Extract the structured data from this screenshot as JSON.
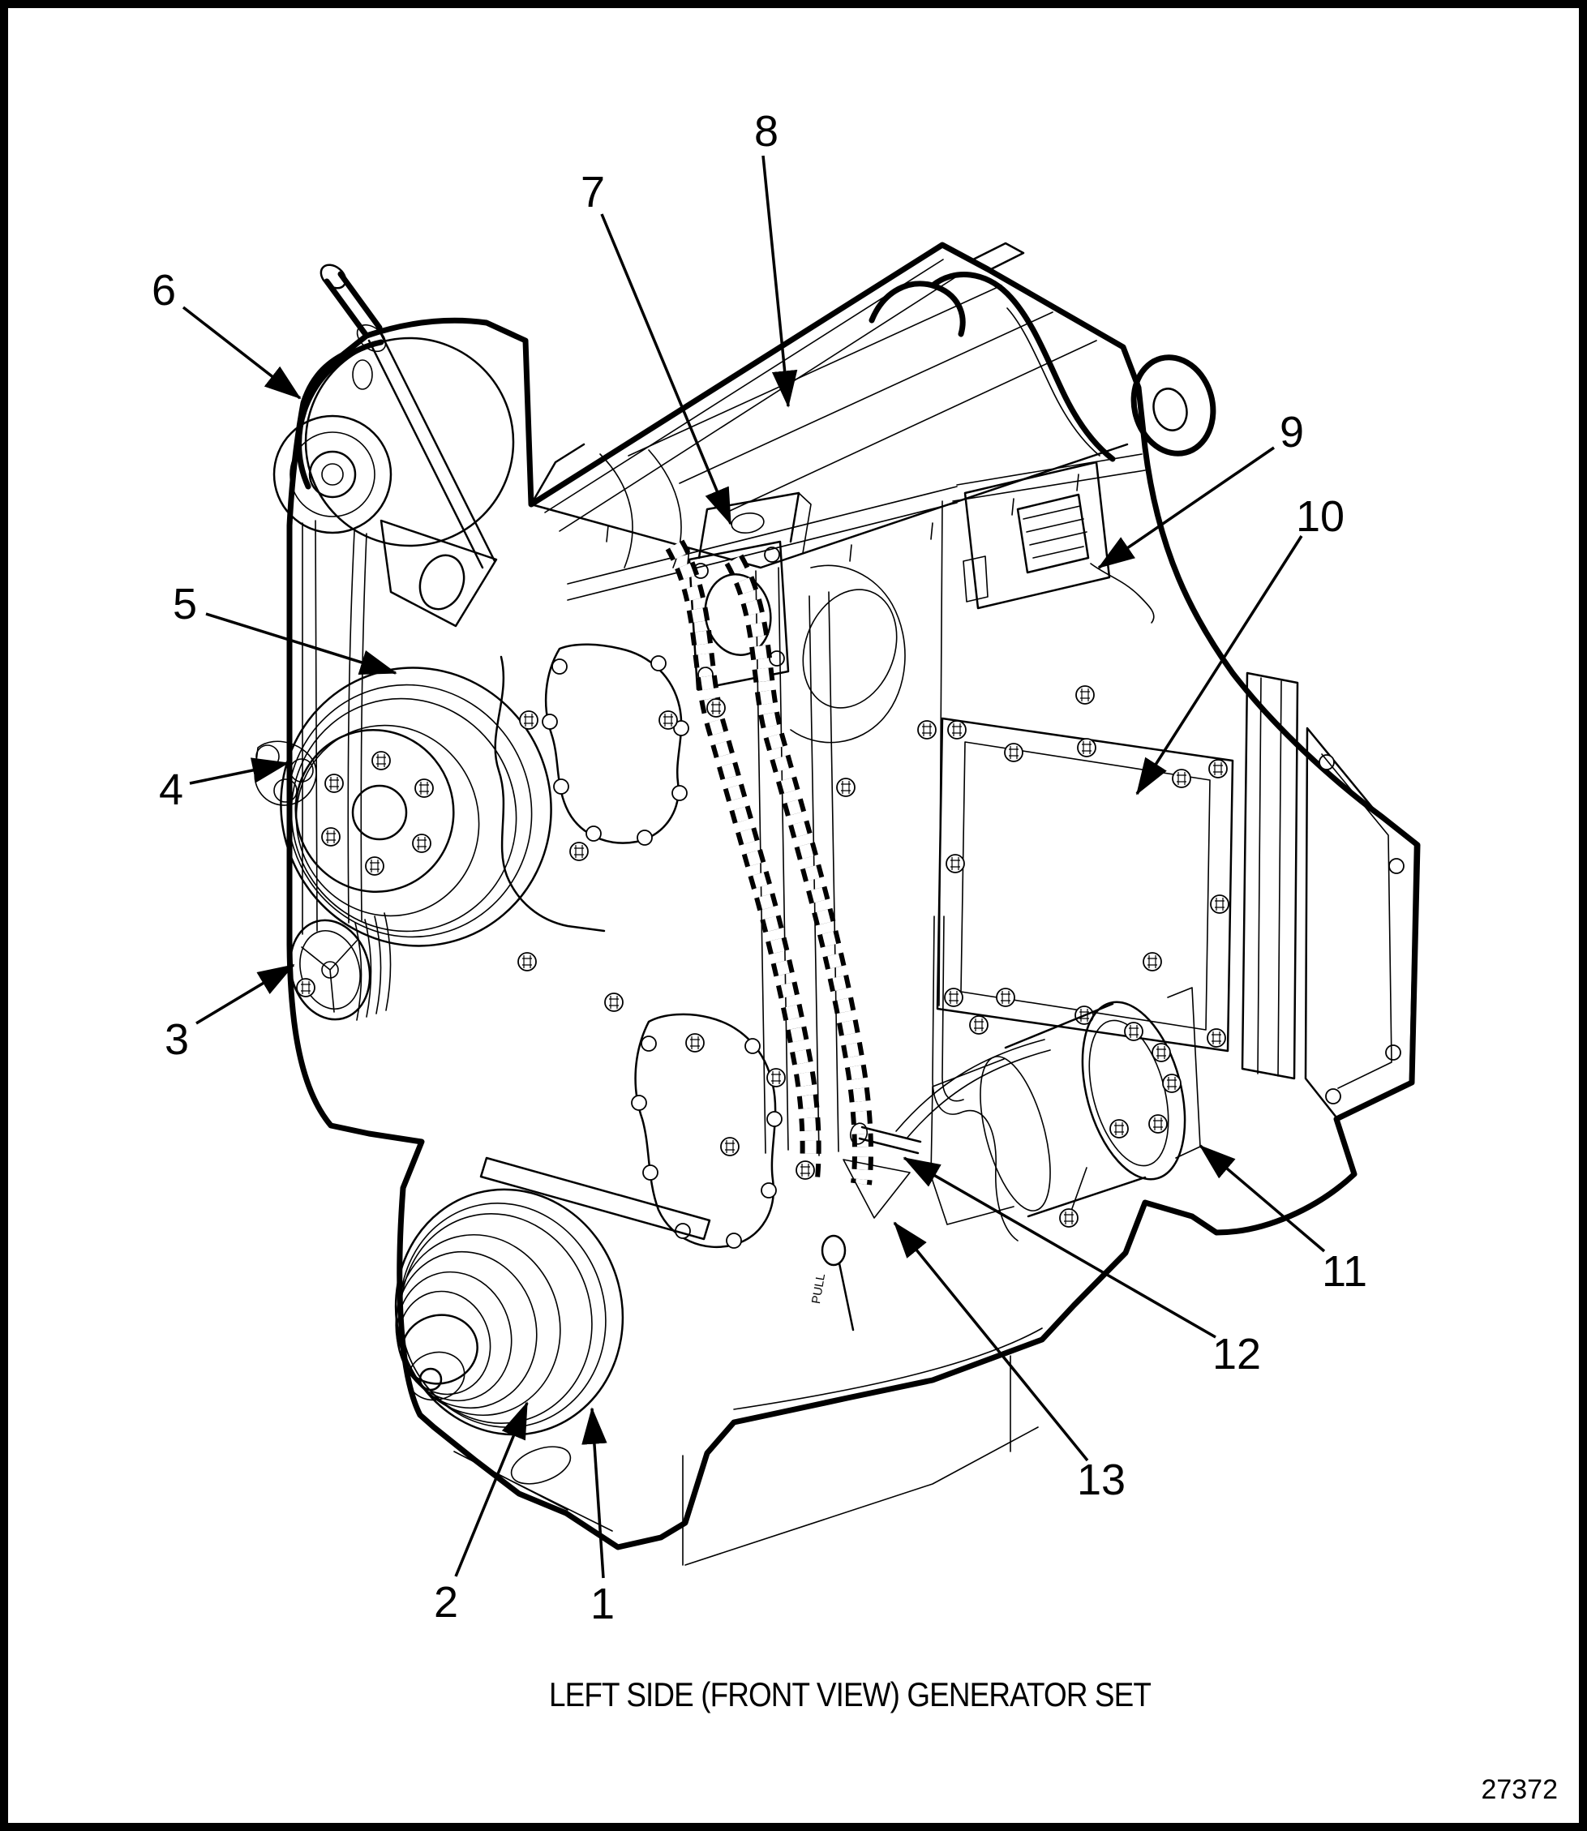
{
  "figure": {
    "caption": "LEFT SIDE (FRONT VIEW) GENERATOR SET",
    "number": "27372"
  },
  "drawing": {
    "pull_tag_label": "PULL"
  },
  "callouts": [
    {
      "label": "1",
      "text": [
        743,
        1978
      ],
      "line": [
        744,
        1946,
        730,
        1737
      ]
    },
    {
      "label": "2",
      "text": [
        550,
        1976
      ],
      "line": [
        562,
        1944,
        650,
        1730
      ]
    },
    {
      "label": "3",
      "text": [
        218,
        1282
      ],
      "line": [
        242,
        1262,
        362,
        1190
      ]
    },
    {
      "label": "4",
      "text": [
        211,
        974
      ],
      "line": [
        234,
        966,
        355,
        941
      ]
    },
    {
      "label": "5",
      "text": [
        228,
        745
      ],
      "line": [
        254,
        757,
        488,
        830
      ]
    },
    {
      "label": "6",
      "text": [
        202,
        358
      ],
      "line": [
        226,
        379,
        370,
        491
      ]
    },
    {
      "label": "7",
      "text": [
        731,
        237
      ],
      "line": [
        742,
        264,
        901,
        646
      ]
    },
    {
      "label": "8",
      "text": [
        945,
        162
      ],
      "line": [
        941,
        192,
        972,
        501
      ]
    },
    {
      "label": "9",
      "text": [
        1593,
        533
      ],
      "line": [
        1571,
        552,
        1355,
        700
      ]
    },
    {
      "label": "10",
      "text": [
        1628,
        637
      ],
      "line": [
        1605,
        661,
        1402,
        979
      ]
    },
    {
      "label": "11",
      "text": [
        1658,
        1568
      ],
      "line": [
        1633,
        1543,
        1480,
        1413
      ]
    },
    {
      "label": "12",
      "text": [
        1525,
        1670
      ],
      "line": [
        1499,
        1649,
        1115,
        1428
      ]
    },
    {
      "label": "13",
      "text": [
        1358,
        1825
      ],
      "line": [
        1341,
        1801,
        1103,
        1508
      ]
    }
  ]
}
